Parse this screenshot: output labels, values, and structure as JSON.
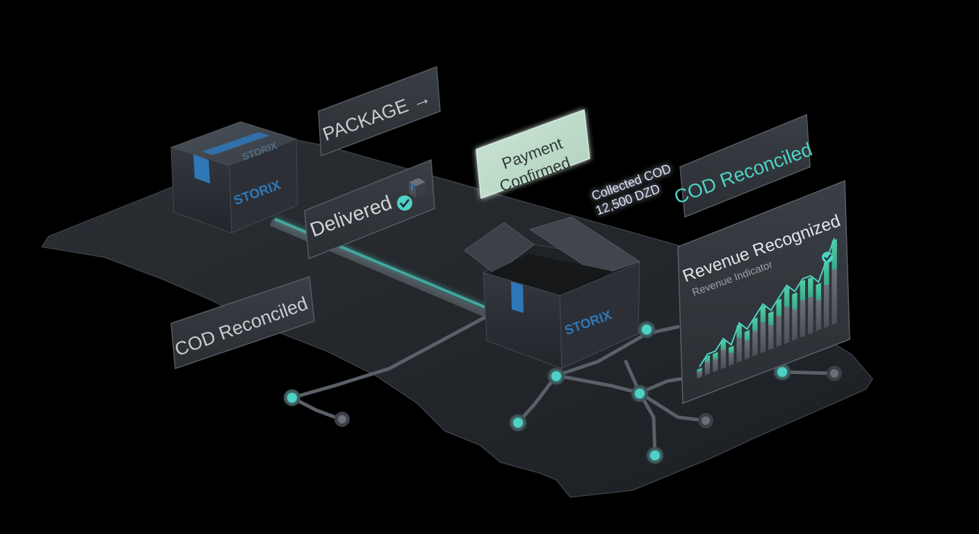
{
  "labels": {
    "package": "PACKAGE →",
    "delivered": "Delivered",
    "payment_line1": "Payment",
    "payment_line2": "Confirmed",
    "collected_line1": "Collected COD",
    "collected_line2": "12,500 DZD",
    "cod_reconciled_top": "COD Reconciled",
    "cod_reconciled_left": "COD Reconciled",
    "revenue_title": "Revenue Recognized",
    "revenue_subtitle": "Revenue Indicator"
  },
  "boxes": {
    "left_brand": "STORIX",
    "left_brand_top": "STORIX",
    "center_brand": "STORIX"
  },
  "icons": {
    "delivered_check": "check-circle-icon",
    "delivered_box": "box-icon",
    "revenue_check": "check-circle-icon"
  },
  "colors": {
    "background": "#000000",
    "platform": "#24272b",
    "accent": "#4fd1c5",
    "payment_panel": "#cfe9d8",
    "box_blue": "#2f78b8"
  },
  "chart_data": {
    "type": "bar",
    "title": "Revenue Recognized",
    "subtitle": "Revenue Indicator",
    "values": [
      1,
      2,
      2,
      3,
      2,
      4,
      3,
      4,
      5,
      4,
      5,
      6,
      5,
      6,
      6,
      5,
      7,
      9
    ],
    "ylim": [
      0,
      10
    ],
    "trend": "up"
  }
}
